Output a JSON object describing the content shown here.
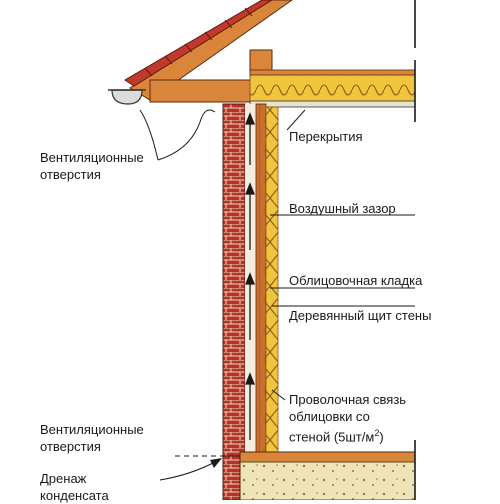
{
  "labels": {
    "ventilation_top_line1": "Вентиляционные",
    "ventilation_top_line2": "отверстия",
    "floor_slab": "Перекрытия",
    "air_gap": "Воздушный зазор",
    "facing_masonry": "Облицовочная кладка",
    "timber_wall_panel": "Деревянный щит стены",
    "wire_tie_line1": "Проволочная связь",
    "wire_tie_line2": "облицовки со",
    "wire_tie_line3_prefix": "стеной (5шт/м",
    "wire_tie_line3_sup": "2",
    "wire_tie_line3_suffix": ")",
    "ventilation_bottom_line1": "Вентиляционные",
    "ventilation_bottom_line2": "отверстия",
    "drainage_line1": "Дренаж",
    "drainage_line2": "конденсата"
  },
  "colors": {
    "brick": "#b8322a",
    "brick_mortar": "#e8d9c0",
    "timber": "#c8702e",
    "insulation": "#f0c43c",
    "insulation_stroke": "#8a5a18",
    "roof_tiles": "#c0392b",
    "roof_board": "#d9863a",
    "foundation": "#efe3b8",
    "leader_lines": "#1a1a1a"
  }
}
